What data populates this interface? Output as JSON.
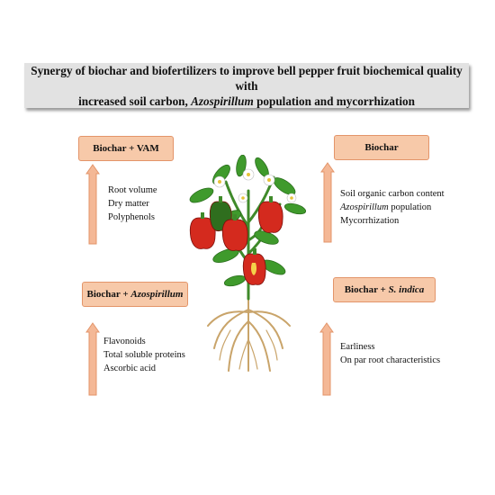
{
  "title": {
    "line1": "Synergy of biochar and biofertilizers to improve bell pepper fruit biochemical quality with",
    "line2_before": "increased soil carbon, ",
    "line2_italic": "Azospirillum",
    "line2_after": " population and mycorrhization"
  },
  "boxes": {
    "vam": {
      "label": "Biochar + VAM",
      "items": [
        "Root volume",
        "Dry matter",
        "Polyphenols"
      ]
    },
    "biochar": {
      "label": "Biochar",
      "item1": "Soil organic carbon content",
      "item2_italic": "Azospirillum",
      "item2_rest": " population",
      "item3": "Mycorrhization"
    },
    "azo": {
      "label_prefix": "Biochar + ",
      "label_italic": "Azospirillum",
      "items": [
        "Flavonoids",
        "Total soluble proteins",
        "Ascorbic acid"
      ]
    },
    "sindica": {
      "label_prefix": "Biochar + ",
      "label_italic": "S. indica",
      "items": [
        "Earliness",
        "On par root characteristics"
      ]
    }
  },
  "colors": {
    "box_fill": "#f7c9a9",
    "box_border": "#e3956a",
    "arrow_fill": "#f4b896",
    "title_bg": "#e2e2e2"
  }
}
